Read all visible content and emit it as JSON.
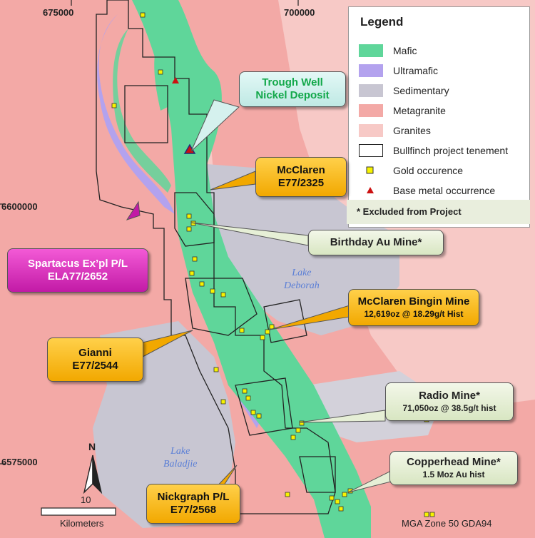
{
  "map": {
    "colors": {
      "metagranite": "#f3a9a6",
      "granites": "#f7c9c6",
      "mafic": "#5fd69a",
      "ultramafic": "#b3a2ee",
      "sedimentary": "#c8c6d2",
      "gold": "#f7f300",
      "base_metal": "#cc1111"
    },
    "coordinates": {
      "x_top": [
        "675000",
        "700000"
      ],
      "y_left": [
        "6600000",
        "6575000"
      ]
    },
    "lakes": [
      {
        "id": "deborah",
        "lines": [
          "Lake",
          "Deborah"
        ]
      },
      {
        "id": "baladjie",
        "lines": [
          "Lake",
          "Baladjie"
        ]
      }
    ],
    "scale_bar": {
      "value": "10",
      "unit": "Kilometers"
    },
    "north_label": "N",
    "datum_label": "MGA Zone 50 GDA94"
  },
  "legend": {
    "title": "Legend",
    "items": [
      {
        "label": "Mafic",
        "symbol": "swatch-mafic"
      },
      {
        "label": "Ultramafic",
        "symbol": "swatch-ultramafic"
      },
      {
        "label": "Sedimentary",
        "symbol": "swatch-sedimentary"
      },
      {
        "label": "Metagranite",
        "symbol": "swatch-metagranite"
      },
      {
        "label": "Granites",
        "symbol": "swatch-granites"
      },
      {
        "label": "Bullfinch project tenement",
        "symbol": "outline-box"
      },
      {
        "label": "Gold occurence",
        "symbol": "yellow-square"
      },
      {
        "label": "Base metal occurrence",
        "symbol": "red-triangle"
      }
    ],
    "note": "* Excluded from Project"
  },
  "callouts": {
    "trough_well": {
      "line1": "Trough Well",
      "line2": "Nickel Deposit"
    },
    "mcclaren": {
      "line1": "McClaren",
      "line2": "E77/2325"
    },
    "spartacus": {
      "line1": "Spartacus Ex’pl P/L",
      "line2": "ELA77/2652"
    },
    "birthday": {
      "line1": "Birthday Au Mine*"
    },
    "bingin": {
      "line1": "McClaren Bingin Mine",
      "line2": "12,619oz @ 18.29g/t Hist"
    },
    "gianni": {
      "line1": "Gianni",
      "line2": "E77/2544"
    },
    "radio": {
      "line1": "Radio Mine*",
      "line2": "71,050oz @ 38.5g/t hist"
    },
    "copperhead": {
      "line1": "Copperhead  Mine*",
      "line2": "1.5 Moz Au hist"
    },
    "nickgraph": {
      "line1": "Nickgraph P/L",
      "line2": "E77/2568"
    }
  }
}
